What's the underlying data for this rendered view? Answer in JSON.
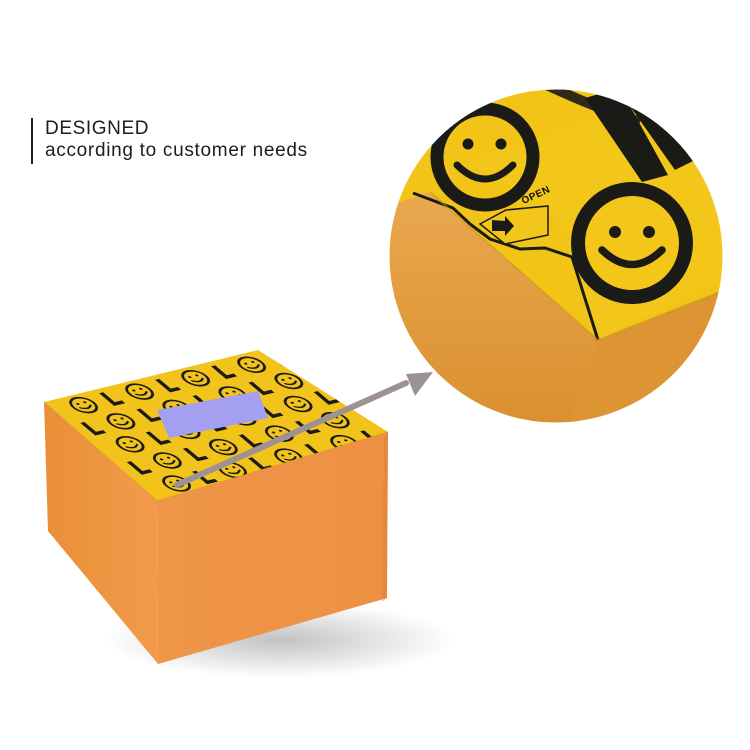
{
  "caption": {
    "title": "DESIGNED",
    "subtitle": "according to customer needs"
  },
  "closeup": {
    "open_label": "OPEN"
  },
  "colors": {
    "box_side": "#ef9545",
    "box_lid": "#f5c61a",
    "print_black": "#1a1a17",
    "label_patch": "#a49ff0",
    "arrow": "#9c9292",
    "closeup_top": "#f2c417",
    "closeup_side": "#e59a35"
  },
  "icons": [
    "smiley-face-icon",
    "arrow-right-icon"
  ]
}
